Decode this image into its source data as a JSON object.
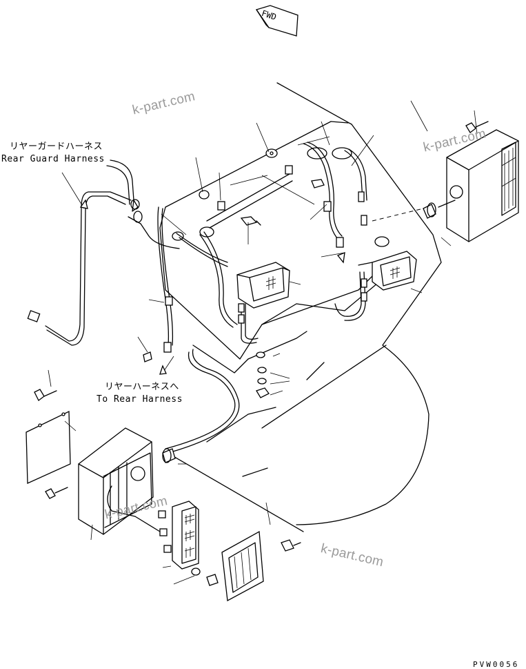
{
  "diagram": {
    "fwd_marker": "FWD",
    "labels": {
      "rear_guard_harness_jp": "リヤーガードハーネス",
      "rear_guard_harness_en": "Rear Guard Harness",
      "to_rear_harness_jp": "リヤーハーネスへ",
      "to_rear_harness_en": "To Rear Harness"
    },
    "watermarks": [
      "k-part.com",
      "k-part.com",
      "k-part.com",
      "k-part.com"
    ],
    "drawing_code": "PVW0056"
  }
}
